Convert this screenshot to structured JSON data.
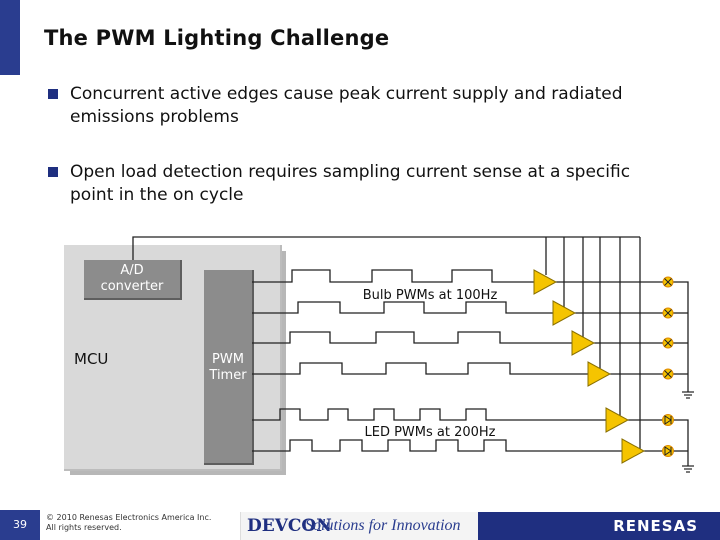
{
  "slide": {
    "title": "The PWM Lighting Challenge",
    "bullets": [
      "Concurrent active edges cause peak current supply and radiated emissions problems",
      "Open load detection requires sampling current sense at a specific point in the on cycle"
    ]
  },
  "diagram": {
    "mcu_label": "MCU",
    "ad_label_line1": "A/D",
    "ad_label_line2": "converter",
    "pwm_label_line1": "PWM",
    "pwm_label_line2": "Timer",
    "bulb_label": "Bulb PWMs at 100Hz",
    "led_label": "LED PWMs at 200Hz"
  },
  "footer": {
    "page_number": "39",
    "copyright_line1": "© 2010 Renesas Electronics America Inc.",
    "copyright_line2": "All rights reserved.",
    "devcon": "DEVCON",
    "tagline": "Solutions for Innovation",
    "brand": "RENESAS"
  },
  "colors": {
    "accent": "#2a3d8f",
    "driver_fill": "#f5c400",
    "load_ring": "#e08a00"
  }
}
